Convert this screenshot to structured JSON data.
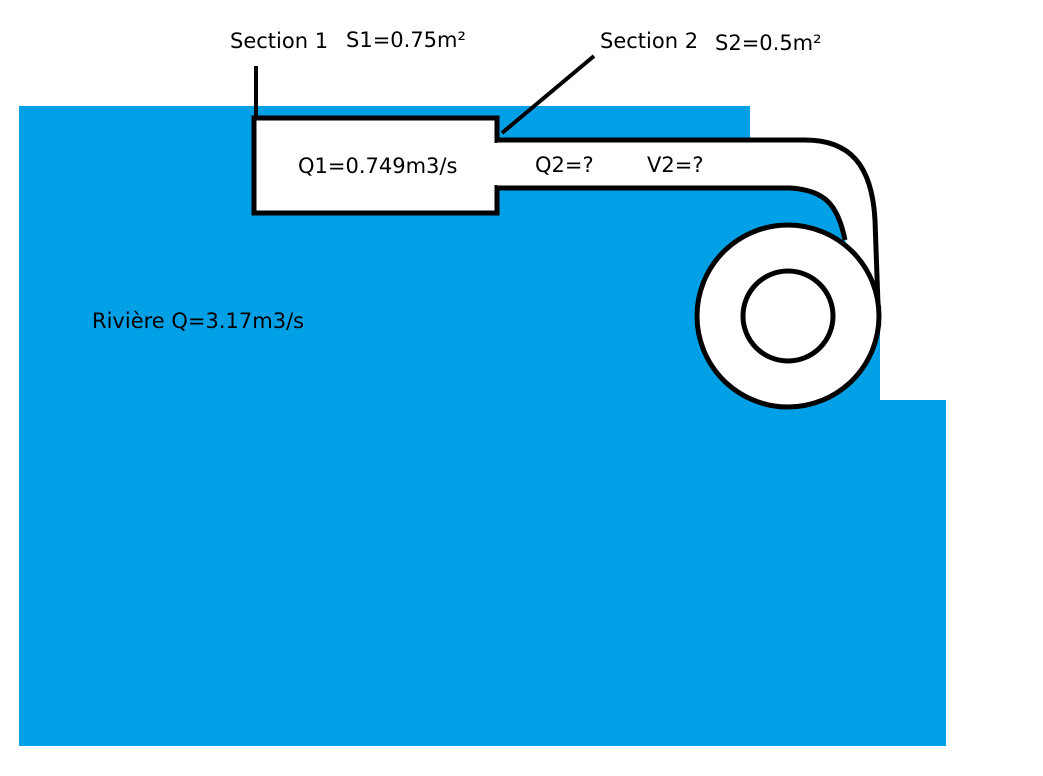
{
  "labels": {
    "section1": "Section 1",
    "s1": "S1=0.75m²",
    "section2": "Section 2",
    "s2": "S2=0.5m²",
    "q1": "Q1=0.749m3/s",
    "q2": "Q2=?",
    "v2": "V2=?",
    "river": "Rivière Q=3.17m3/s"
  },
  "colors": {
    "water": "#00a0e6",
    "outline": "#000000",
    "pipe_fill": "#ffffff",
    "background": "#ffffff"
  }
}
